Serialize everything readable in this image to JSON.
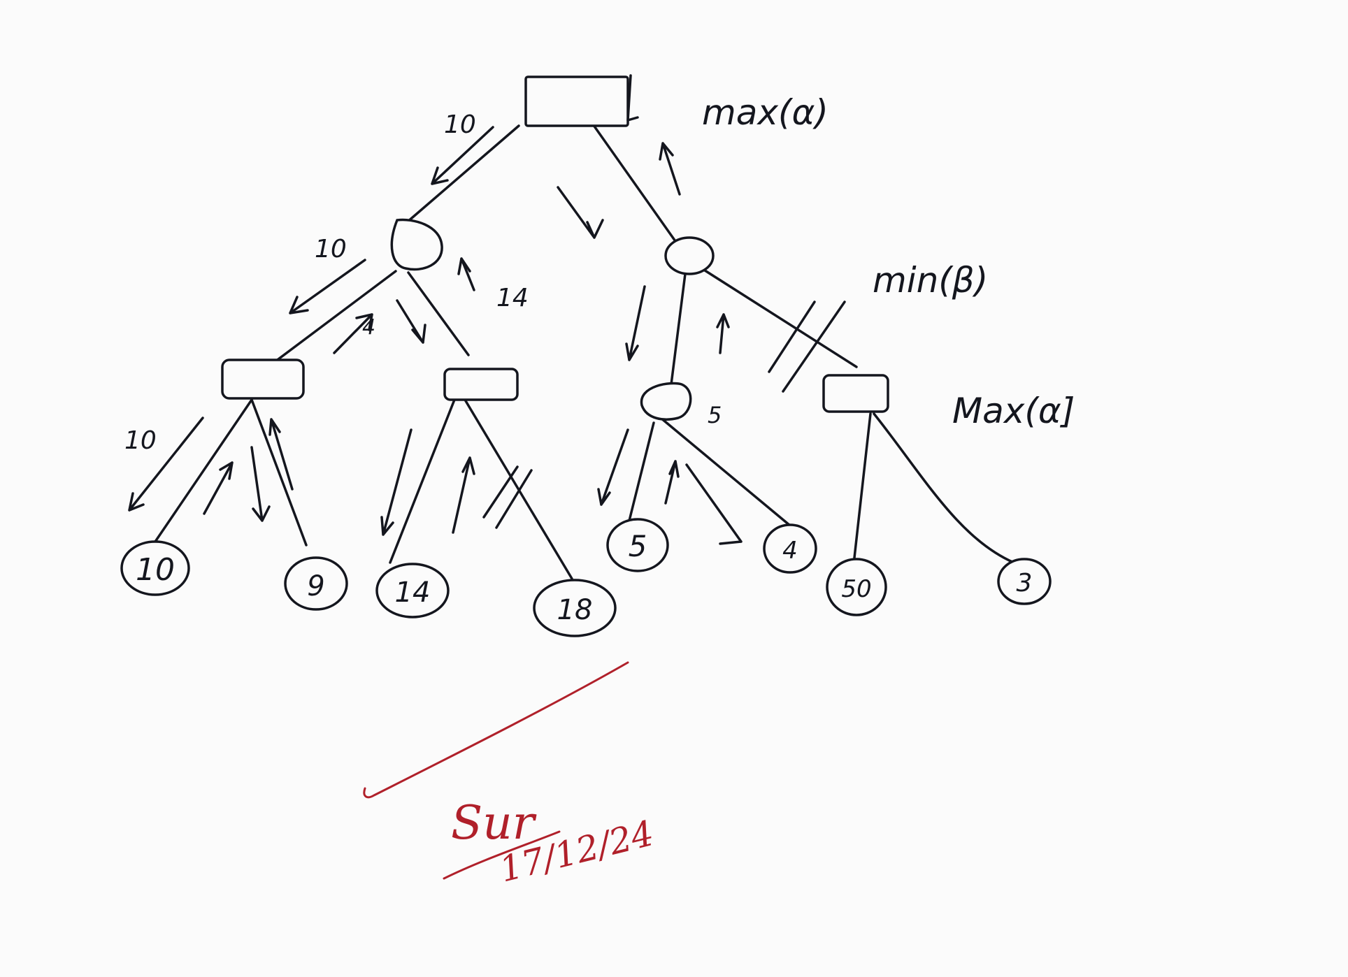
{
  "levels": {
    "root": "max(α)",
    "level1": "min(β)",
    "level2": "Max(α]"
  },
  "edge_values": {
    "root_left": "10",
    "min_left": "10",
    "max_left": "10",
    "to_max": "4",
    "up_14": "14",
    "right_min": "5"
  },
  "leaves": [
    "10",
    "9",
    "14",
    "18",
    "5",
    "4",
    "50",
    "3"
  ],
  "signature": {
    "initials": "Sur",
    "date": "17/12/24"
  },
  "colors": {
    "ink": "#14161e",
    "red_ink": "#b0202a",
    "paper": "#fbfbfb"
  }
}
